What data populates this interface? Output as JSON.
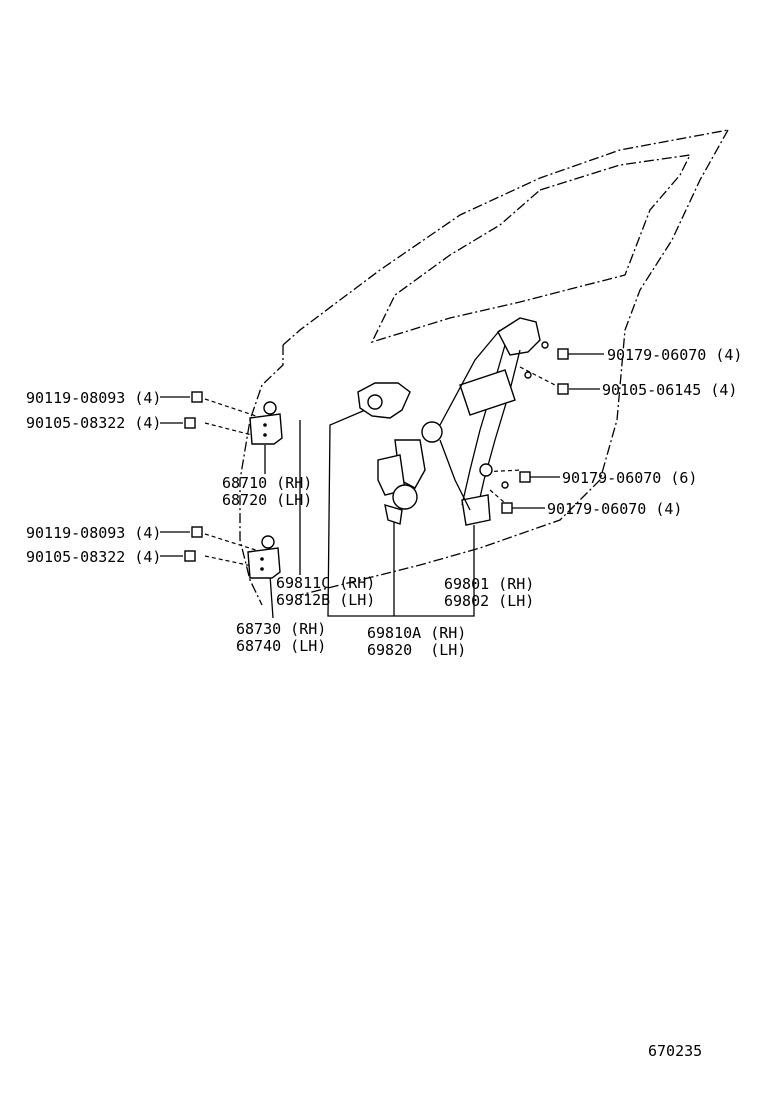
{
  "callouts": {
    "bolt_upper_1": "90119-08093 (4)",
    "bolt_upper_2": "90105-08322 (4)",
    "hinge_upper_rh": "68710 (RH)",
    "hinge_upper_lh": "68720 (LH)",
    "bolt_lower_1": "90119-08093 (4)",
    "bolt_lower_2": "90105-08322 (4)",
    "hinge_lower_rh": "68730 (RH)",
    "hinge_lower_lh": "68740 (LH)",
    "nut_top_1": "90179-06070 (4)",
    "bolt_top_2": "90105-06145 (4)",
    "nut_mid_1": "90179-06070 (6)",
    "nut_mid_2": "90179-06070 (4)",
    "cover_rh": "69811C (RH)",
    "cover_lh": "69812B (LH)",
    "regulator_rh": "69801 (RH)",
    "regulator_lh": "69802 (LH)",
    "motor_rh": "69810A (RH)",
    "motor_lh": "69820  (LH)"
  },
  "figure_number": "670235"
}
